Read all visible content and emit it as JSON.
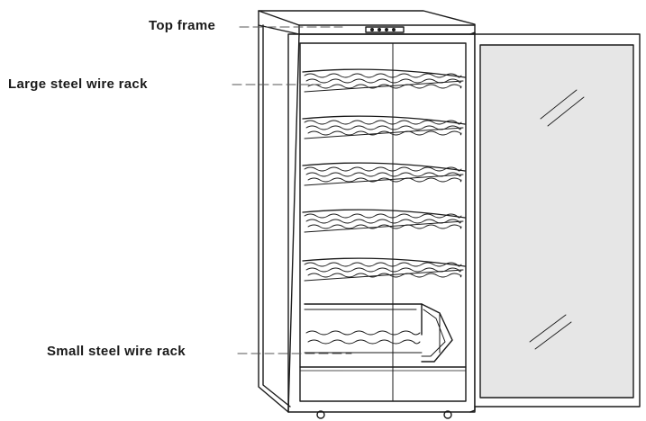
{
  "labels": {
    "top_frame": "Top frame",
    "large_rack": "Large steel wire rack",
    "small_rack": "Small steel wire rack"
  },
  "colors": {
    "stroke": "#1a1a1a",
    "glass": "#e6e6e6",
    "leader": "#555555"
  }
}
